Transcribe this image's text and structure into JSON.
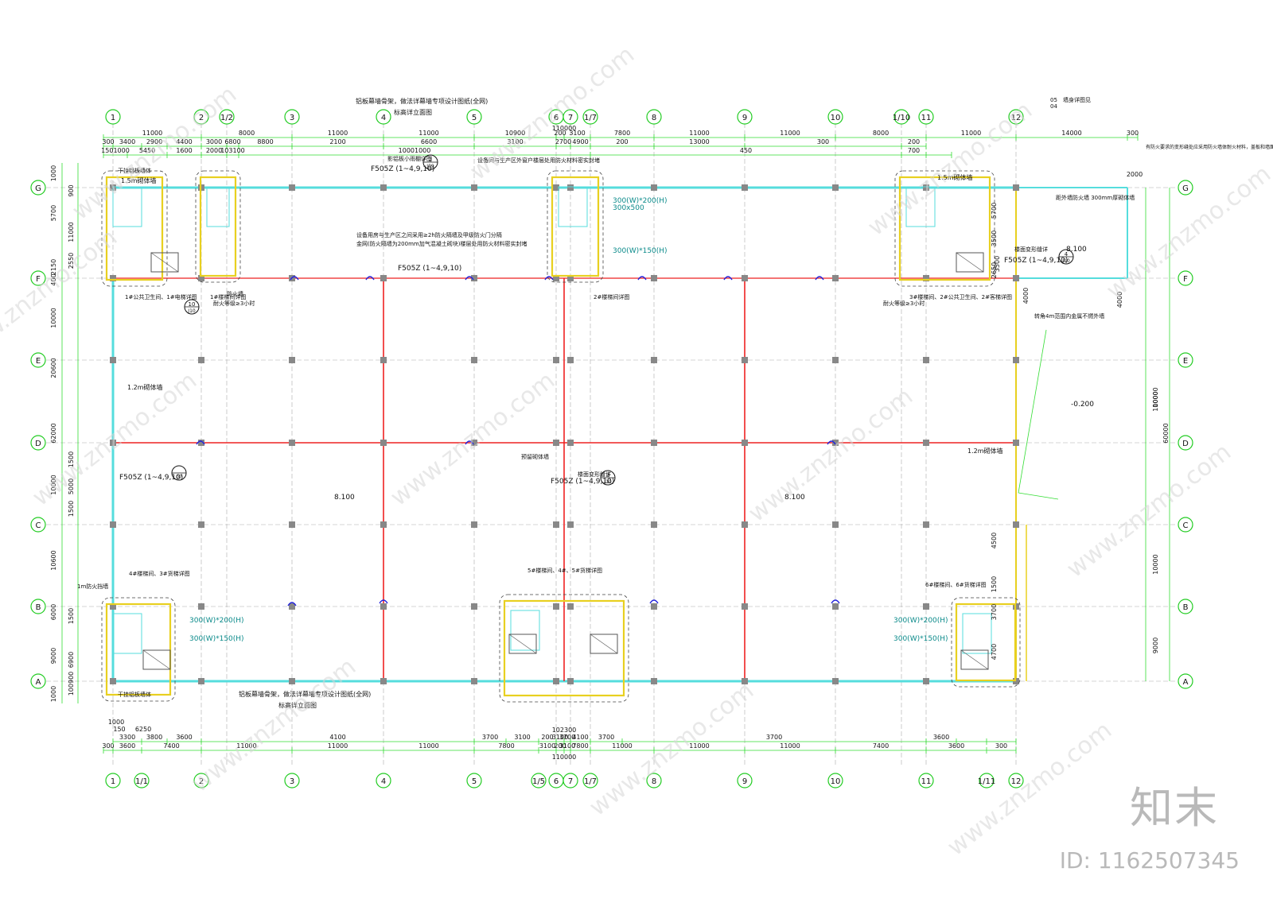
{
  "axes": {
    "cols": [
      "1",
      "2",
      "1/2",
      "3",
      "4",
      "5",
      "6",
      "7",
      "1/7",
      "8",
      "9",
      "10",
      "1/10",
      "11",
      "12"
    ],
    "cols_bottom": [
      "1",
      "1/1",
      "2",
      "3",
      "4",
      "5",
      "1/5",
      "6",
      "7",
      "1/7",
      "8",
      "9",
      "10",
      "11",
      "1/11",
      "12"
    ],
    "rows": [
      "G",
      "F",
      "E",
      "D",
      "C",
      "B",
      "A"
    ]
  },
  "dims": {
    "top_total": "110000",
    "top_row1": [
      "11000",
      "8000",
      "11000",
      "11000",
      "10900",
      "200",
      "3100",
      "7800",
      "11000",
      "11000",
      "8000",
      "11000",
      "14000",
      "300"
    ],
    "top_row2": [
      "300",
      "3400",
      "2900",
      "4400",
      "3000",
      "6800",
      "8800",
      "2100",
      "6600",
      "3100",
      "2700",
      "4900",
      "200",
      "13000",
      "300",
      "200"
    ],
    "top_row3": [
      "1501000",
      "5450",
      "1600",
      "2000",
      "103100",
      "10001000",
      "450",
      "700"
    ],
    "bottom_total": "110000",
    "bottom_total2": "102300",
    "bottom_row1": [
      "300",
      "3600",
      "7400",
      "11000",
      "11000",
      "11000",
      "7800",
      "3100",
      "200",
      "3100",
      "7800",
      "11000",
      "11000",
      "11000",
      "7400",
      "3600",
      "300"
    ],
    "bottom_row2": [
      "3300",
      "3800",
      "3600",
      "4100",
      "3700",
      "3100",
      "200",
      "3100",
      "3700",
      "4100",
      "3700",
      "3700",
      "3600"
    ],
    "bottom_small": [
      "150",
      "6250",
      "1000"
    ],
    "left": [
      "1000",
      "5700",
      "2150",
      "400",
      "10000",
      "20600",
      "62000",
      "10000",
      "10600",
      "6000",
      "9000",
      "1000"
    ],
    "left2": [
      "900",
      "11000",
      "2550",
      "1500",
      "5000",
      "1500",
      "6900",
      "100900",
      "1500"
    ],
    "right": [
      "2000",
      "4000",
      "4000",
      "3500",
      "10000",
      "10000",
      "60000",
      "10000",
      "9000"
    ],
    "right2": [
      "5700",
      "2650",
      "4500",
      "3500",
      "3700",
      "1500",
      "4700"
    ]
  },
  "annotations": {
    "curtain_wall": "铝板幕墙骨架，做法详幕墙专项设计图纸(全网)",
    "curtain_wall2": "标高详立面图",
    "firewall_note": "设备用房与生产区之间采用≥2h防火隔墙及甲级防火门分隔",
    "firewall_note2": "金网(防火隔墙为200mm加气混凝土砌块)楼层处用防火材料密实封堵",
    "equip_note": "设备间与生产区外窗户楼层处用防火材料密实封堵",
    "ref1": "F505Z (1~4,9,10)",
    "ref2": "F505Z (1~4,9,10)",
    "ref3": "F505Z (1~4,9,10)",
    "ref4": "F505Z (1~4,9,10)",
    "ref5": "F505Z (1~4,9,10)",
    "detail_label": "楼面变形缝详",
    "small_canopy": "影铝板小雨棚详图",
    "toilet1": "1#公共卫生间、1#电梯详图",
    "stair1": "1#楼梯间详图",
    "stair2": "2#楼梯间详图",
    "toilet2": "3#楼梯间、2#公共卫生间、2#客梯详图",
    "stair4": "4#楼梯间、3#货梯详图",
    "stair5": "5#楼梯间、4#、5#货梯详图",
    "stair6": "6#楼梯间、6#货梯详图",
    "wall15": "1.5m砌体墙",
    "wall15b": "1.5m砌体墙",
    "wall12": "1.2m砌体墙",
    "wall12b": "1.2m砌体墙",
    "wall1": "1m防火挡墙",
    "fire_wall": "防火墙",
    "fire_limit": "耐火等级≥3小时",
    "fire_limit2": "耐火等级≥3小时",
    "elev1": "8.100",
    "elev2": "8.100",
    "elev3": "8.100",
    "elev4": "-0.200",
    "beam1": "300(W)*200(H)",
    "beam2": "300x500",
    "beam3": "300(W)*150(H)",
    "reserved_wall": "预留砌体墙",
    "steel_wall": "干挂铝板墙体",
    "right_note1": "距外墙防火墙 300mm厚砌体墙",
    "right_note2": "转角4m范围内金属不燃外墙",
    "right_note3": "有防火要求的变形缝处应采用防火墙体耐火材料，盖板和墙面",
    "corner_ref": "墙身详图见",
    "corner_ref_num": "05",
    "corner_ref_den": "04",
    "bubble_nums": [
      "2",
      "3",
      "4",
      "10",
      "07"
    ],
    "bubble_dens": [
      "J09",
      "J10",
      "J10",
      "J10",
      "J10"
    ]
  },
  "watermark": {
    "logo": "知末",
    "id": "ID: 1162507345",
    "url": "www.znzmo.com"
  },
  "colors": {
    "grid": "#33dd33",
    "axis_bubble": "#22cc22",
    "curtain": "#55dddd",
    "red": "#ee2222",
    "column": "#888888",
    "yellow": "#e8d020",
    "blue": "#2222dd"
  }
}
